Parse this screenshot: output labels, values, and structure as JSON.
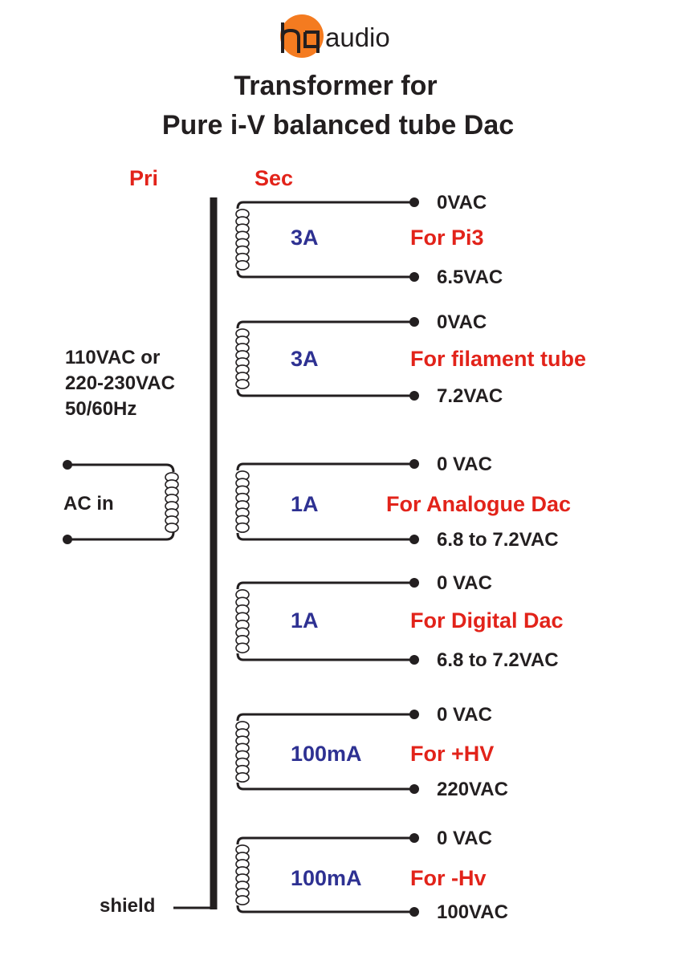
{
  "brand": {
    "logo_text": "audio",
    "logo_mark": "hq",
    "accent_color": "#f47b20"
  },
  "title": {
    "line1": "Transformer for",
    "line2": "Pure i-V balanced tube Dac"
  },
  "primary": {
    "header": "Pri",
    "voltage_line1": "110VAC or",
    "voltage_line2": "220-230VAC",
    "voltage_line3": "50/60Hz",
    "input_label": "AC in",
    "shield_label": "shield"
  },
  "secondary": {
    "header": "Sec",
    "windings": [
      {
        "current": "3A",
        "purpose": "For Pi3",
        "top_label": "0VAC",
        "bottom_label": "6.5VAC"
      },
      {
        "current": "3A",
        "purpose": "For filament tube",
        "top_label": "0VAC",
        "bottom_label": "7.2VAC"
      },
      {
        "current": "1A",
        "purpose": "For Analogue Dac",
        "top_label": "0 VAC",
        "bottom_label": "6.8 to 7.2VAC"
      },
      {
        "current": "1A",
        "purpose": "For Digital Dac",
        "top_label": "0 VAC",
        "bottom_label": "6.8 to 7.2VAC"
      },
      {
        "current": "100mA",
        "purpose": "For +HV",
        "top_label": "0 VAC",
        "bottom_label": "220VAC"
      },
      {
        "current": "100mA",
        "purpose": "For -Hv",
        "top_label": "0 VAC",
        "bottom_label": "100VAC"
      }
    ]
  },
  "colors": {
    "label_red": "#e2231a",
    "current_blue": "#2e3192",
    "ink": "#231f20"
  }
}
